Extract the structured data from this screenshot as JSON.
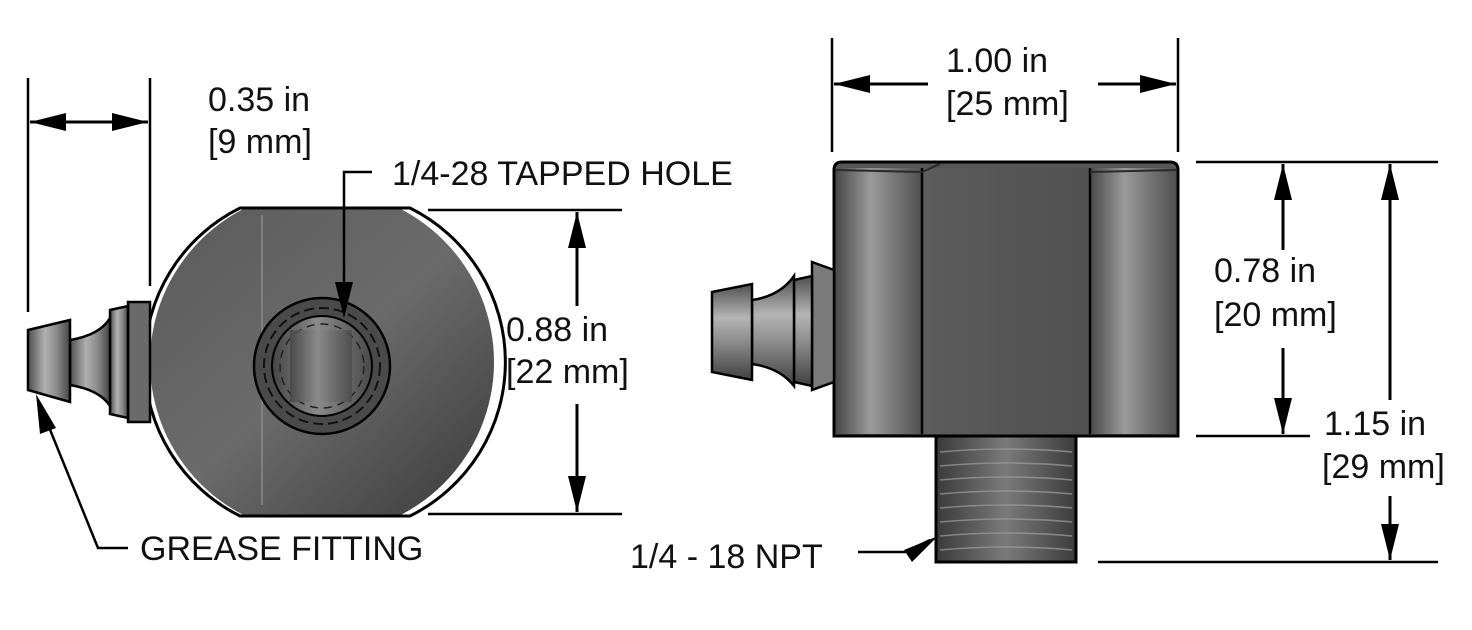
{
  "dimensions": {
    "fitting_offset": {
      "imperial": "0.35 in",
      "metric": "[9 mm]"
    },
    "side_height": {
      "imperial": "0.88 in",
      "metric": "[22 mm]"
    },
    "body_width": {
      "imperial": "1.00 in",
      "metric": "[25 mm]"
    },
    "body_height": {
      "imperial": "0.78 in",
      "metric": "[20 mm]"
    },
    "overall_height": {
      "imperial": "1.15 in",
      "metric": "[29 mm]"
    }
  },
  "callouts": {
    "tapped_hole": "1/4-28 TAPPED HOLE",
    "grease_fitting": "GREASE FITTING",
    "npt_thread": "1/4 - 18 NPT"
  },
  "colors": {
    "body_dark": "#3e3e3e",
    "body_mid": "#6a6a6a",
    "body_light": "#9a9a9a",
    "line": "#000000"
  }
}
